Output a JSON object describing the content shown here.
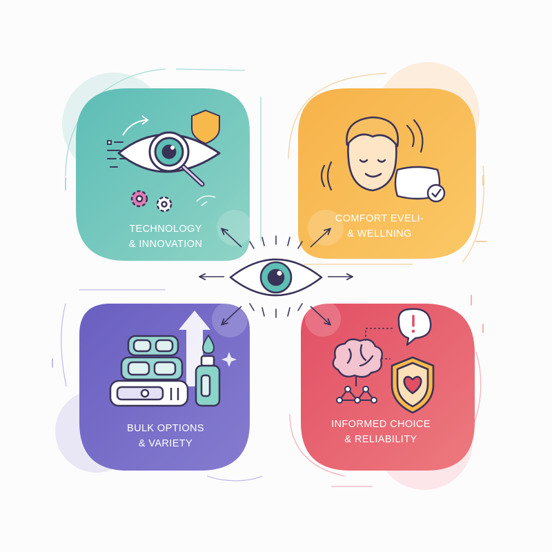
{
  "quadrants": [
    {
      "id": "technology",
      "line1": "TECHNOLOGY",
      "line2": "& INNOVATION",
      "color": "#67c1b9"
    },
    {
      "id": "comfort",
      "line1": "COMFORT EVELI-",
      "line2": "& WELLNING",
      "color": "#f9b94c"
    },
    {
      "id": "bulk",
      "line1": "BULK OPTIONS",
      "line2": "& VARIETY",
      "color": "#6f67c2"
    },
    {
      "id": "informed",
      "line1": "INFORMED CHOICE",
      "line2": "& RELIABILITY",
      "color": "#e65b6c"
    }
  ],
  "center": {
    "icon": "eye-icon",
    "iris_color": "#5fbfb5"
  },
  "colors": {
    "outline": "#3a3358",
    "background": "#fdfcfd"
  }
}
